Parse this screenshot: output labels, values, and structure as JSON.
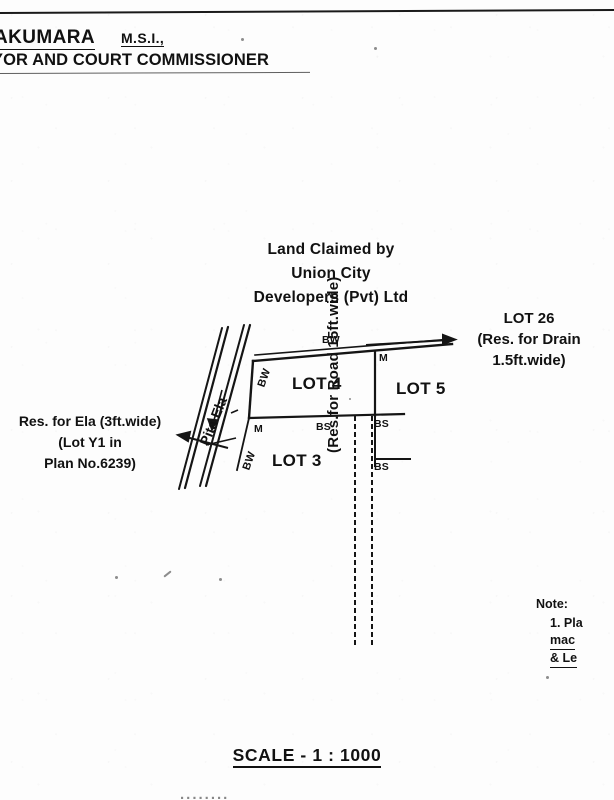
{
  "document": {
    "type": "survey-plan",
    "header": {
      "surveyor_name": "AKUMARA",
      "qualification": "M.S.I.,",
      "role": "YOR AND COURT COMMISSIONER"
    },
    "claim_title": {
      "line1": "Land Claimed by",
      "line2": "Union City",
      "line3": "Developers (Pvt) Ltd"
    },
    "lots": {
      "lot3": "LOT 3",
      "lot4": "LOT 4",
      "lot5": "LOT 5",
      "lot26_line1": "LOT 26",
      "lot26_line2": "(Res. for Drain",
      "lot26_line3": "1.5ft.wide)"
    },
    "ela_note": {
      "line1": "Res. for Ela (3ft.wide)",
      "line2": "(Lot Y1 in",
      "line3": "Plan No.6239)"
    },
    "road_label": "(Res.for Road 15ft.wide)",
    "stream_label": "Pita Ela",
    "boundary_marks": {
      "bw": "BW",
      "bs": "BS",
      "m": "M"
    },
    "marks_list": [
      {
        "label": "BW",
        "name": "bw-top"
      },
      {
        "label": "BW",
        "name": "bw-left-upper"
      },
      {
        "label": "BW",
        "name": "bw-left-lower"
      },
      {
        "label": "M",
        "name": "m-top-right"
      },
      {
        "label": "M",
        "name": "m-mid-left"
      },
      {
        "label": "BS",
        "name": "bs-mid-center"
      },
      {
        "label": "BS",
        "name": "bs-mid-right"
      },
      {
        "label": "BS",
        "name": "bs-lower-right"
      }
    ],
    "note": {
      "heading": "Note:",
      "item1": "1. Pla",
      "item1_cont": "mac",
      "item1_cont2": "& Le"
    },
    "scale": "SCALE - 1 : 1000",
    "bottom_clipped": "........",
    "colors": {
      "ink": "#111111",
      "paper": "#fdfdfd"
    }
  }
}
